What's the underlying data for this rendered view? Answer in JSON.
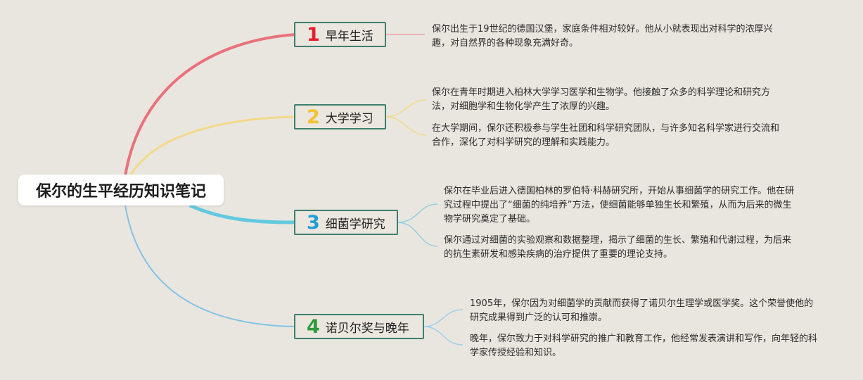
{
  "root": {
    "title": "保尔的生平经历知识笔记"
  },
  "branches": [
    {
      "number": "1",
      "label": "早年生活",
      "color": "#e5202e",
      "line_color": "#e9727a",
      "notes": [
        "保尔出生于19世纪的德国汉堡，家庭条件相对较好。他从小就表现出对科学的浓厚兴趣，对自然界的各种现象充满好奇。"
      ]
    },
    {
      "number": "2",
      "label": "大学学习",
      "color": "#f3c230",
      "line_color": "#f3d98a",
      "notes": [
        "保尔在青年时期进入柏林大学学习医学和生物学。他接触了众多的科学理论和研究方法，对细胞学和生物化学产生了浓厚的兴趣。",
        "在大学期间，保尔还积极参与学生社团和科学研究团队，与许多知名科学家进行交流和合作，深化了对科学研究的理解和实践能力。"
      ]
    },
    {
      "number": "3",
      "label": "细菌学研究",
      "color": "#1f9fd5",
      "line_color": "#63c9de",
      "notes": [
        "保尔在毕业后进入德国柏林的罗伯特·科赫研究所，开始从事细菌学的研究工作。他在研究过程中提出了“细菌的纯培养”方法，使细菌能够单独生长和繁殖，从而为后来的微生物学研究奠定了基础。",
        "保尔通过对细菌的实验观察和数据整理，揭示了细菌的生长、繁殖和代谢过程，为后来的抗生素研发和感染疾病的治疗提供了重要的理论支持。"
      ]
    },
    {
      "number": "4",
      "label": "诺贝尔奖与晚年",
      "color": "#2e9b3e",
      "line_color": "#7fc3e5",
      "notes": [
        "1905年，保尔因为对细菌学的贡献而获得了诺贝尔生理学或医学奖。这个荣誉使他的研究成果得到广泛的认可和推崇。",
        "晚年，保尔致力于对科学研究的推广和教育工作，他经常发表演讲和写作，向年轻的科学家传授经验和知识。"
      ]
    }
  ]
}
